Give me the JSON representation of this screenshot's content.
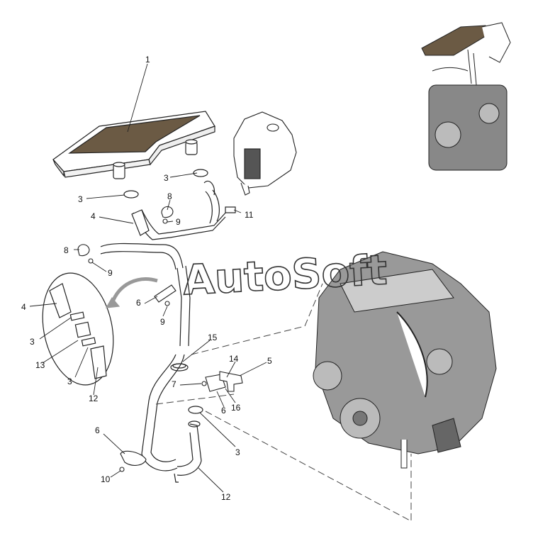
{
  "watermark": "AutoSoft",
  "callouts": {
    "c1": "1",
    "c3a": "3",
    "c3b": "3",
    "c3c": "3",
    "c3d": "3",
    "c3e": "3",
    "c4a": "4",
    "c4b": "4",
    "c5": "5",
    "c6a": "6",
    "c6b": "6",
    "c6c": "6",
    "c7": "7",
    "c8a": "8",
    "c8b": "8",
    "c9a": "9",
    "c9b": "9",
    "c9c": "9",
    "c10": "10",
    "c11": "11",
    "c12a": "12",
    "c12b": "12",
    "c13": "13",
    "c14": "14",
    "c15": "15",
    "c16": "16"
  },
  "colors": {
    "line": "#222222",
    "core": "#6b5a44",
    "engine": "#555555",
    "dash": "#444444"
  }
}
